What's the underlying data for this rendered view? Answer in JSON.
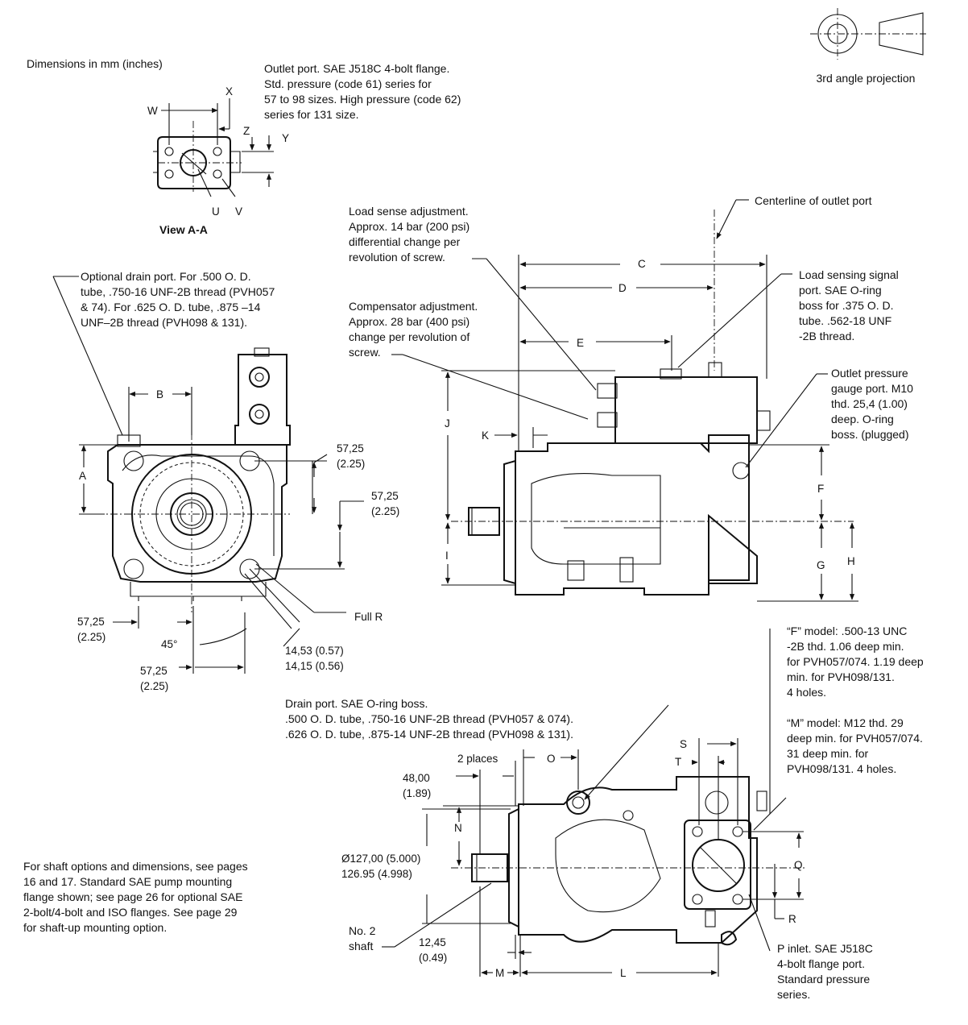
{
  "header": {
    "units_note": "Dimensions in mm (inches)",
    "projection_label": "3rd angle projection"
  },
  "view_aa": {
    "title": "View A-A",
    "letters": {
      "w": "W",
      "x": "X",
      "z": "Z",
      "y": "Y",
      "u": "U",
      "v": "V"
    },
    "outlet_note": "Outlet port. SAE J518C 4-bolt flange.\nStd. pressure (code 61) series for\n57 to 98 sizes. High pressure (code 62)\nseries for 131 size."
  },
  "front_view": {
    "drain_note": "Optional drain port. For .500 O. D.\ntube, .750-16 UNF-2B thread (PVH057\n& 74). For .625 O. D. tube, .875 –14\nUNF–2B thread (PVH098 & 131).",
    "letter_a": "A",
    "letter_b": "B",
    "dim_upper_right": "57,25\n(2.25)",
    "dim_lower_right": "57,25\n(2.25)",
    "dim_left_horizontal": "57,25\n(2.25)",
    "dim_bottom_horizontal": "57,25\n(2.25)",
    "angle": "45°",
    "full_r": "Full R",
    "slot_width": "14,53 (0.57)\n14,15 (0.56)"
  },
  "side_view": {
    "load_sense_note": "Load sense adjustment.\nApprox. 14 bar (200 psi)\ndifferential change per\nrevolution of screw.",
    "compensator_note": "Compensator adjustment.\nApprox. 28 bar (400 psi)\nchange per revolution of\nscrew.",
    "centerline_note": "Centerline of outlet port",
    "load_signal_note": "Load sensing signal\nport. SAE O-ring\nboss for .375 O. D.\ntube. .562-18 UNF\n-2B thread.",
    "gauge_note": "Outlet pressure\ngauge port. M10\nthd. 25,4 (1.00)\ndeep. O-ring\nboss. (plugged)",
    "letters": {
      "c": "C",
      "d": "D",
      "e": "E",
      "j": "J",
      "k": "K",
      "i": "I",
      "f": "F",
      "g": "G",
      "h": "H"
    }
  },
  "bottom_view": {
    "f_model_note": "“F” model: .500-13 UNC\n-2B thd. 1.06 deep min.\nfor PVH057/074. 1.19 deep\nmin. for PVH098/131.\n4 holes.",
    "m_model_note": "“M” model: M12 thd. 29\ndeep min. for PVH057/074.\n31 deep min. for\nPVH098/131. 4 holes.",
    "drain_port_note": "Drain port. SAE O-ring boss.\n.500 O. D. tube, .750-16 UNF-2B thread (PVH057 & 074).\n.626 O. D. tube, .875-14 UNF-2B thread (PVH098 & 131).",
    "two_places": "2 places",
    "letters": {
      "o": "O",
      "s": "S",
      "t": "T",
      "n": "N",
      "q": "Q",
      "r": "R",
      "m": "M",
      "l": "L"
    },
    "dim_48": "48,00\n(1.89)",
    "dim_pilot": "Ø127,00 (5.000)\n126.95 (4.998)",
    "shaft_label": "No. 2\nshaft",
    "dim_1245": "12,45\n(0.49)",
    "inlet_note": "P inlet. SAE J518C\n4-bolt flange port.\nStandard pressure\nseries."
  },
  "footnote": "For shaft options and dimensions, see pages\n16 and 17. Standard SAE pump mounting\nflange shown; see page 26 for optional SAE\n2-bolt/4-bolt and ISO flanges. See page 29\nfor shaft-up mounting option."
}
